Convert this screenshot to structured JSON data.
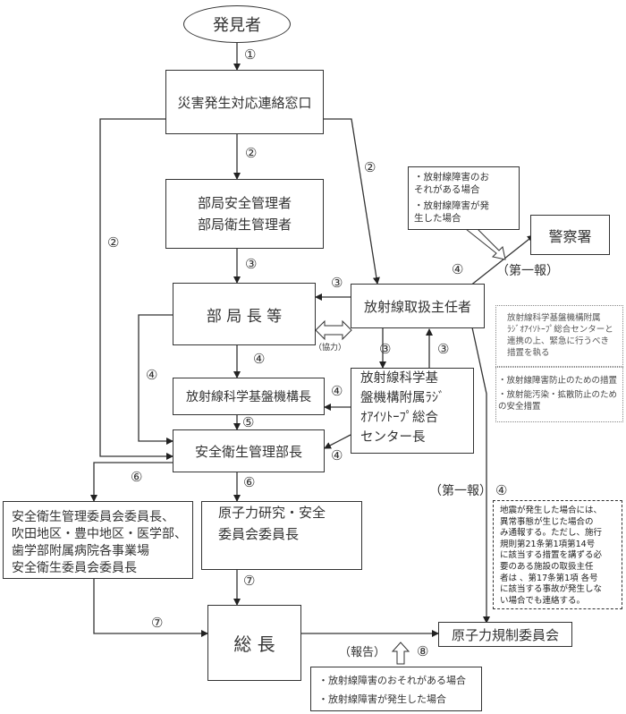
{
  "nodes": {
    "discoverer": "発見者",
    "contact_window": "災害発生対応連絡窓口",
    "dept_safety_mgr": [
      "部局安全管理者",
      "部局衛生管理者"
    ],
    "dept_head": "部 局 長 等",
    "radiation_chief": "放射線取扱主任者",
    "police": "警察署",
    "rad_institute_head": "放射線科学基盤機構長",
    "ri_center_head": [
      "放射線科学基",
      "盤機構附属ﾗｼﾞ",
      "ｵｱｲｿﾄｰﾌﾟ総合",
      "センター長"
    ],
    "safety_health_dept_head": "安全衛生管理部長",
    "committee_chairs": [
      "安全衛生管理委員会委員長、",
      "吹田地区・豊中地区・医学部、",
      "歯学部附属病院各事業場",
      "安全衛生委員会委員長"
    ],
    "nuclear_safety_committee": [
      "原子力研究・安全",
      "委員会委員長"
    ],
    "president": "総 長",
    "nra": "原子力規制委員会"
  },
  "step_labels": {
    "s1": "①",
    "s2": "②",
    "s3": "③",
    "s4": "④",
    "s5": "⑤",
    "s6": "⑥",
    "s7": "⑦",
    "s8": "⑧"
  },
  "edge_labels": {
    "cooperation": "（協力）",
    "first_report": "（第一報）",
    "report": "（報告）"
  },
  "notes": {
    "police_condition": [
      "・放射線障害のお",
      "それがある場合",
      "・放射線障害が発",
      "生した場合"
    ],
    "ri_center_actions_head": [
      "放射線科学基盤機構附属",
      "ﾗｼﾞｵｱｲｿﾄｰﾌﾟ総合センターと",
      "連携の上、緊急に行うべき",
      "措置を執る"
    ],
    "ri_center_actions_list": [
      "・放射線障害防止のための措置",
      "・放射能汚染・拡散防止のため",
      "の安全措置"
    ],
    "earthquake_note": [
      "地震が発生した場合には、",
      "異常事態が生じた場合の",
      "み通報する。ただし、施行",
      "規則第21条第1項第14号",
      "に該当する措置を講ずる必",
      "要のある施設の取扱主任",
      "者は 、第17条第1項 各号",
      "に該当する事故が発生しな",
      "い場合でも連絡する。"
    ],
    "nra_condition": [
      "・放射線障害のおそれがある場合",
      "・放射線障害が発生した場合"
    ]
  }
}
